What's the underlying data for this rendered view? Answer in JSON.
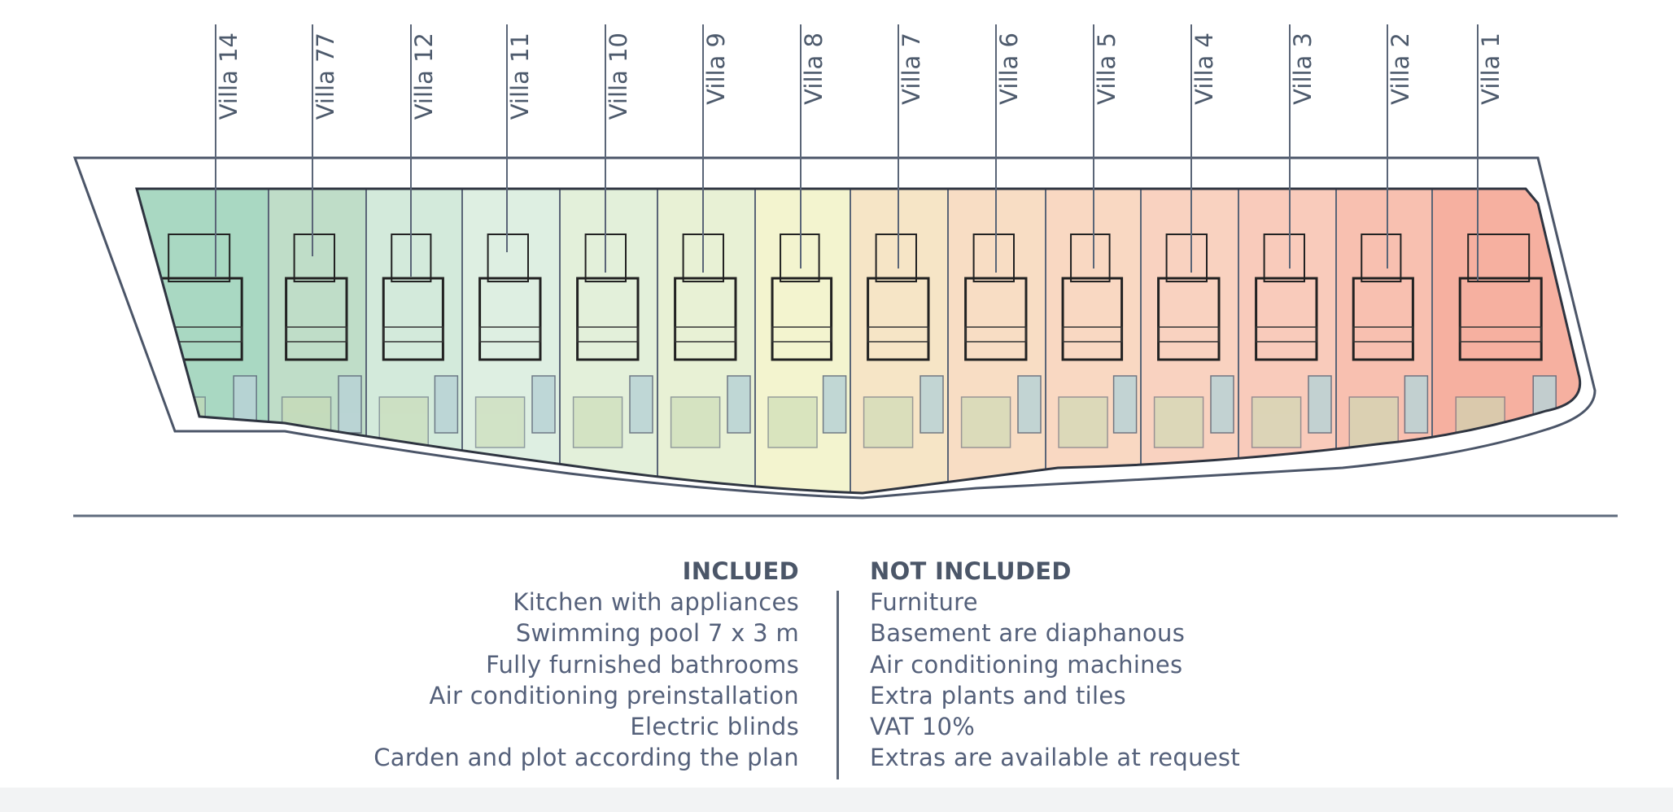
{
  "site_plan": {
    "villas": [
      {
        "label": "Villa 14",
        "color": "#a9d8c2"
      },
      {
        "label": "Villa 77",
        "color": "#bfddc8"
      },
      {
        "label": "Villa 12",
        "color": "#d3eadb"
      },
      {
        "label": "Villa 11",
        "color": "#deefe2"
      },
      {
        "label": "Villa 10",
        "color": "#e3f0da"
      },
      {
        "label": "Villa 9",
        "color": "#e8f1d5"
      },
      {
        "label": "Villa 8",
        "color": "#f3f4cf"
      },
      {
        "label": "Villa 7",
        "color": "#f6e5c6"
      },
      {
        "label": "Villa 6",
        "color": "#f8ddc4"
      },
      {
        "label": "Villa 5",
        "color": "#f9d8c2"
      },
      {
        "label": "Villa 4",
        "color": "#f9d2c0"
      },
      {
        "label": "Villa 3",
        "color": "#f9cbbb"
      },
      {
        "label": "Villa 2",
        "color": "#f8c0b0"
      },
      {
        "label": "Villa 1",
        "color": "#f6b0a0"
      }
    ],
    "line_color": "#5a6577"
  },
  "included": {
    "heading": "INCLUED",
    "items": [
      "Kitchen with appliances",
      "Swimming pool 7 x 3 m",
      "Fully furnished bathrooms",
      "Air conditioning preinstallation",
      "Electric blinds",
      "Carden and plot according the plan"
    ]
  },
  "not_included": {
    "heading": "NOT INCLUDED",
    "items": [
      "Furniture",
      "Basement are diaphanous",
      "Air conditioning machines",
      "Extra plants and tiles",
      "VAT 10%",
      "Extras are available at request"
    ]
  }
}
